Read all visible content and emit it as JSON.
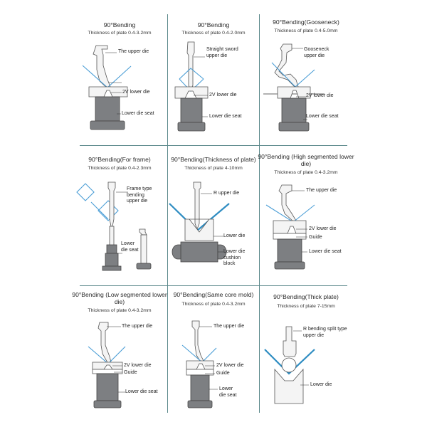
{
  "colors": {
    "divider": "#5d8a8c",
    "sheet": "#4b9ed6",
    "die_dark": "#7d7f82",
    "die_light": "#f4f4f4"
  },
  "panels": [
    {
      "title": "90°Bending",
      "subtitle": "Thickness of plate 0.4-3.2mm",
      "labels": [
        "The upper die",
        "2V lower die",
        "Lower die seat"
      ]
    },
    {
      "title": "90°Bending",
      "subtitle": "Thickness of plate 0.4-2.0mm",
      "labels": [
        "Straight sword upper die",
        "2V lower die",
        "Lower die seat"
      ]
    },
    {
      "title": "90°Bending(Gooseneck)",
      "subtitle": "Thickness of plate 0.4-5.0mm",
      "labels": [
        "Gooseneck upper die",
        "2V lower die",
        "Lower die seat"
      ]
    },
    {
      "title": "90°Bending(For frame)",
      "subtitle": "Thickness of plate 0.4-2.3mm",
      "labels": [
        "Frame type bending upper die",
        "Lower die seat"
      ]
    },
    {
      "title": "90°Bending(Thickness of plate)",
      "subtitle": "Thickness of plate 4-10mm",
      "labels": [
        "R upper die",
        "Lower die",
        "Lower die cushion block"
      ]
    },
    {
      "title": "90°Bending (High segmented lower die)",
      "subtitle": "Thickness of plate 0.4-3.2mm",
      "labels": [
        "The upper die",
        "2V lower die",
        "Guide",
        "Lower die seat"
      ]
    },
    {
      "title": "90°Bending (Low segmented lower die)",
      "subtitle": "Thickness of plate 0.4-3.2mm",
      "labels": [
        "The upper die",
        "2V lower die",
        "Guide",
        "Lower die seat"
      ]
    },
    {
      "title": "90°Bending(Same core mold)",
      "subtitle": "Thickness of plate 0.4-3.2mm",
      "labels": [
        "The upper die",
        "2V lower die",
        "Guide",
        "Lower die seat"
      ]
    },
    {
      "title": "90°Bending(Thick plate)",
      "subtitle": "Thickness of plate 7-15mm",
      "labels": [
        "R bending split type upper die",
        "Lower die"
      ]
    }
  ]
}
